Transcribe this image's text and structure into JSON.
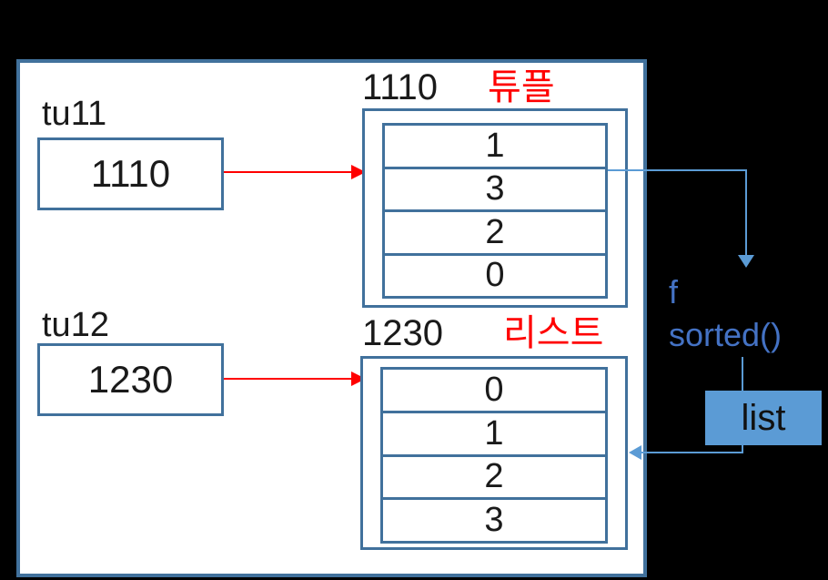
{
  "diagram": {
    "variables": [
      {
        "label": "tu11",
        "value": "1110"
      },
      {
        "label": "tu12",
        "value": "1230"
      }
    ],
    "tuple_object": {
      "address": "1110",
      "type_label": "튜플",
      "cells": [
        "1",
        "3",
        "2",
        "0"
      ]
    },
    "list_object": {
      "address": "1230",
      "type_label": "리스트",
      "cells": [
        "0",
        "1",
        "2",
        "3"
      ]
    },
    "function": {
      "f_label": "f",
      "name": "sorted()",
      "result_label": "list"
    }
  },
  "colors": {
    "frame_border": "#41719C",
    "box_border": "#41719C",
    "pointer_red": "#FF0000",
    "type_label_red": "#FF0000",
    "flow_blue": "#5B9BD5",
    "function_text_blue": "#4472C4",
    "chip_fill": "#5B9BD5",
    "background": "#000000",
    "slide_background": "#FFFFFF"
  }
}
